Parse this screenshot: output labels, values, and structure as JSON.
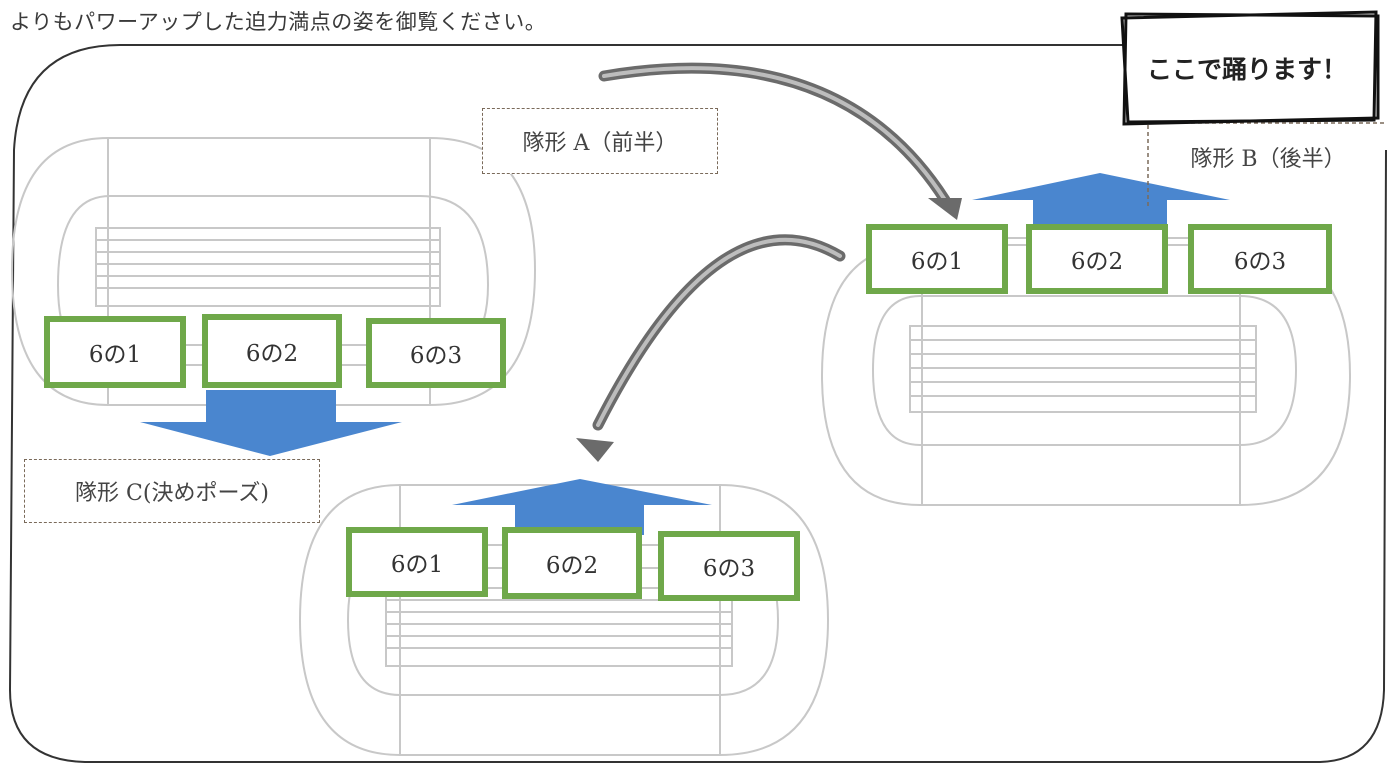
{
  "intro_text": "よりもパワーアップした迫力満点の姿を御覧ください。",
  "callout": "ここで踊ります！",
  "formations": {
    "a": "隊形 A（前半）",
    "b": "隊形 B（後半）",
    "c": "隊形 C(決めポーズ)"
  },
  "groups": {
    "a": [
      "6の1",
      "6の2",
      "6の3"
    ],
    "b": [
      "6の1",
      "6の2",
      "6の3"
    ],
    "c": [
      "6の1",
      "6の2",
      "6の3"
    ]
  },
  "colors": {
    "group_border": "#6fa84a",
    "arrow_blue": "#4a86cf",
    "curve_arrow": "#6b6b6b"
  }
}
